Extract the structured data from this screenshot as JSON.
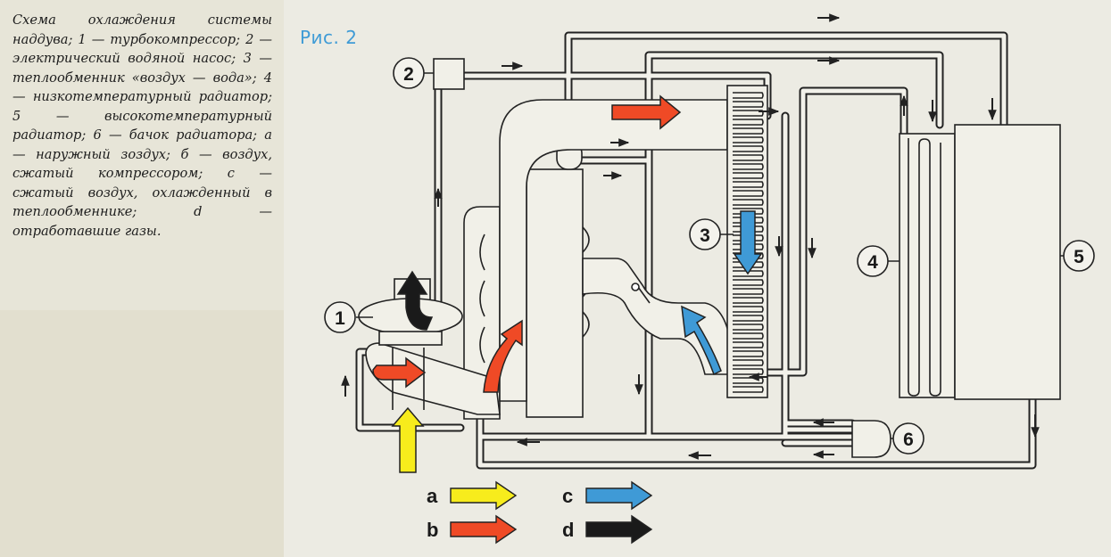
{
  "caption": {
    "text": "Схема охлаждения системы наддува; 1 — турбокомпрессор; 2 — электрический водяной насос; 3 — теплообменник «воздух — вода»; 4 — низкотемпературный радиатор; 5 — высокотемпературный радиатор; 6 — бачок радиатора; a — наружный зоздух; б — воздух, сжатый компрессором; c — сжатый воздух, охлажденный в теплообменнике; d — отработавшие газы."
  },
  "figure_label": "Рис. 2",
  "components": {
    "turbocompressor": "1",
    "electric_water_pump": "2",
    "air_water_heat_exchanger": "3",
    "low_temperature_radiator": "4",
    "high_temperature_radiator": "5",
    "radiator_tank": "6"
  },
  "legend": [
    {
      "letter": "a",
      "color": "#f7ec1c"
    },
    {
      "letter": "b",
      "color": "#ef4a26"
    },
    {
      "letter": "c",
      "color": "#3f9ad6"
    },
    {
      "letter": "d",
      "color": "#1a1a1a"
    }
  ],
  "colors": {
    "outside_air": "#f7ec1c",
    "compressed_air": "#ef4a26",
    "cooled_air": "#3f9ad6",
    "exhaust": "#1a1a1a",
    "line": "#222222",
    "pipe_fill": "#f2f1ea"
  }
}
